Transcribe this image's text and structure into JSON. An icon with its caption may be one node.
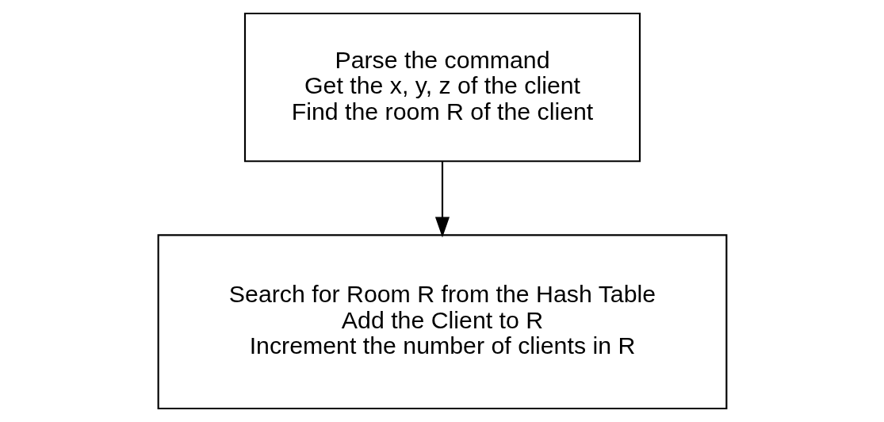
{
  "diagram": {
    "nodes": [
      {
        "text": [
          "Parse the command",
          "Get the x, y, z of the client",
          "Find the room R of the client"
        ]
      },
      {
        "text": [
          "Search for Room R from the Hash Table",
          "Add the Client to R",
          "Increment the number of clients in R"
        ]
      }
    ],
    "edges": [
      {
        "from": 0,
        "to": 1,
        "arrow": "to"
      }
    ]
  }
}
